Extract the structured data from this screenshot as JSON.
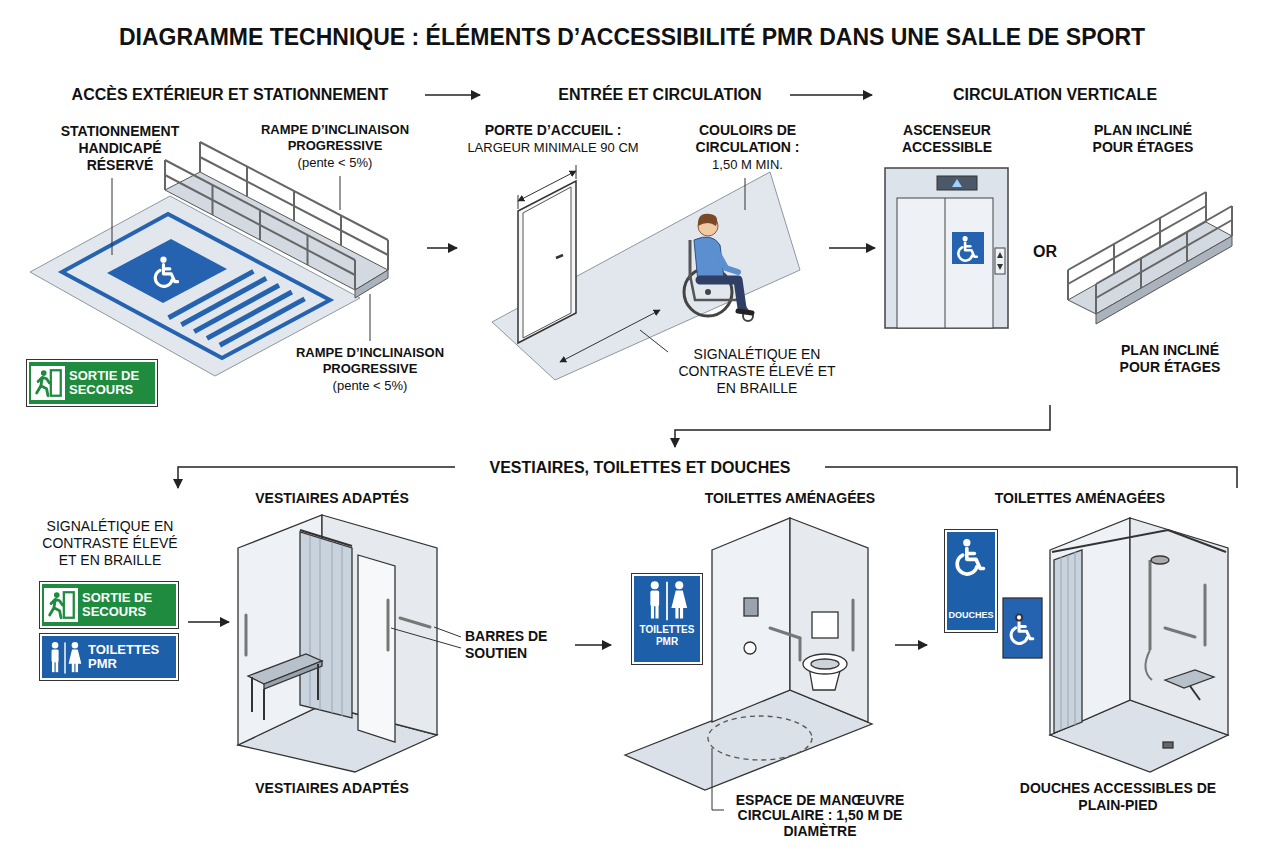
{
  "diagram": {
    "title": "DIAGRAMME TECHNIQUE : ÉLÉMENTS D’ACCESSIBILITÉ PMR DANS UNE SALLE DE SPORT",
    "nodes": [
      {
        "text": [
          "STATIONNEMENT HANDICAPÉ RÉSERVÉ"
        ]
      },
      {
        "text": [
          "SORTIE DE SECOURS"
        ]
      },
      {
        "text": [
          "PORTE D’ACCUEIL :",
          "LARGEUR MINIMALE 90 CM"
        ]
      },
      {
        "text": [
          "ASCENSEUR ACCESSIBLE"
        ]
      },
      {
        "text": [
          "PLAN INCLINÉ POUR ÉTAGES",
          "PLAN INCLINÉ POUR ÉTAGES"
        ]
      },
      {
        "text": [
          "SIGNALÉTIQUE EN CONTRASTE ÉLEVÉ ET EN BRAILLE"
        ]
      },
      {
        "text": [
          "SORTIE DE SECOURS"
        ],
        "in": 5
      },
      {
        "text": [
          "TOILETTES PMR"
        ],
        "in": 5
      },
      {
        "text": [
          "VESTIAIRES ADAPTÉS",
          "VESTIAIRES ADAPTÉS"
        ]
      },
      {
        "text": [
          "TOILETTES AMÉNAGÉES"
        ]
      },
      {
        "text": [
          "TOILETTES PMR"
        ],
        "in": 9
      },
      {
        "text": [
          "TOILETTES AMÉNAGÉES",
          "DOUCHES ACCESSIBLES DE PLAIN-PIED"
        ]
      },
      {
        "text": [
          "DOUCHES"
        ],
        "in": 11
      }
    ],
    "edges": [
      {
        "from": 0,
        "to": 2,
        "arrow": "to"
      },
      {
        "from": 2,
        "to": 3,
        "arrow": "to"
      },
      {
        "from": 5,
        "to": 8,
        "arrow": "to"
      },
      {
        "from": 8,
        "to": 9,
        "arrow": "to"
      },
      {
        "from": 9,
        "to": 11,
        "arrow": "to"
      }
    ],
    "labels": [
      "ACCÈS EXTÉRIEUR ET STATIONNEMENT",
      "ENTRÉE ET CIRCULATION",
      "CIRCULATION VERTICALE",
      "RAMPE D’INCLINAISON PROGRESSIVE",
      "(pente < 5%)",
      "RAMPE D’INCLINAISON PROGRESSIVE",
      "(pente < 5%)",
      "COULOIRS DE CIRCULATION :",
      "1,50 M MIN.",
      "SIGNALÉTIQUE EN CONTRASTE ÉLEVÉ ET EN BRAILLE",
      "OR",
      "VESTIAIRES, TOILETTES ET DOUCHES",
      "BARRES DE SOUTIEN",
      "ESPACE DE MANŒUVRE CIRCULAIRE : 1,50 M DE DIAMÈTRE"
    ]
  }
}
